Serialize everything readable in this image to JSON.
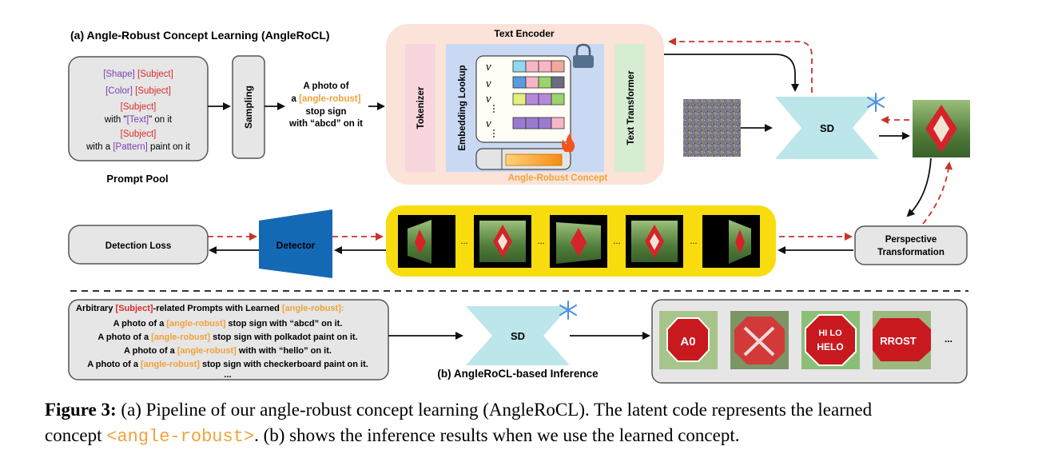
{
  "colors": {
    "orange": "#f0a23a",
    "purple": "#7a3fb5",
    "red": "#d62c2c",
    "sd_blue": "#bde6ea",
    "detector_blue": "#1469b5",
    "yellow": "#f9dc0d",
    "dashed_red": "#c7342b",
    "text_encoder_bg": "#fbe3da",
    "tokenizer_bg": "#f7d6dd",
    "embedding_bg": "#c9d9f3",
    "transformer_bg": "#d6edd3"
  },
  "section_a": {
    "title": "(a) Angle-Robust Concept Learning (AngleRoCL)",
    "prompt_pool": {
      "label": "Prompt Pool",
      "lines": [
        {
          "p1": "[Shape]",
          "p2": " ",
          "p3": "[Subject]",
          "p4": ""
        },
        {
          "p1": "[Color]",
          "p2": " ",
          "p3": "[Subject]",
          "p4": ""
        },
        {
          "p1": "",
          "p2": "",
          "p3": "[Subject]",
          "p4": ""
        },
        {
          "p1": "with \"",
          "p2": "[Text]",
          "p3": "\" on it",
          "p4": ""
        },
        {
          "p1": "",
          "p2": "",
          "p3": "[Subject]",
          "p4": ""
        },
        {
          "p1": "with a ",
          "p2": "[Pattern]",
          "p3": " paint on it",
          "p4": ""
        }
      ]
    },
    "sampling_label": "Sampling",
    "sample_prompt": {
      "line1": "A photo of",
      "line2_a": "a ",
      "line2_b": "[angle-robust]",
      "line3": "stop sign",
      "line4": "with “abcd” on it"
    },
    "text_encoder": {
      "title": "Text Encoder",
      "tokenizer": "Tokenizer",
      "embedding_lookup": "Embedding Lookup",
      "text_transformer": "Text Transformer",
      "v_symbol": "v",
      "angle_robust_concept": "Angle-Robust Concept",
      "lock_icon": "lock-icon",
      "fire_icon": "fire-icon"
    },
    "sd_label": "SD",
    "snowflake_icon": "snowflake-icon",
    "detection_loss": "Detection Loss",
    "detector": "Detector",
    "ellipsis": "...",
    "perspective": {
      "line1": "Perspective",
      "line2": "Transformation"
    }
  },
  "section_b": {
    "header_a": "Arbitrary ",
    "header_b": "[Subject]",
    "header_c": "-related Prompts with Learned ",
    "header_d": "[angle-robust]",
    "header_e": ":",
    "prompts": [
      {
        "pre": "A photo of a ",
        "tok": "[angle-robust]",
        "post": " stop sign with “abcd” on it."
      },
      {
        "pre": "A photo of a ",
        "tok": "[angle-robust]",
        "post": " stop sign with polkadot paint on it."
      },
      {
        "pre": "A photo of a ",
        "tok": "[angle-robust]",
        "post": " with  with “hello” on it."
      },
      {
        "pre": "A photo of a ",
        "tok": "[angle-robust]",
        "post": " stop sign with checkerboard paint on it."
      }
    ],
    "prompts_more": "...",
    "sd_label": "SD",
    "title": "(b) AngleRoCL-based Inference",
    "results_more": "...",
    "sign_texts": [
      "A0",
      "HI LO",
      "HELO",
      "RROST"
    ]
  },
  "caption": {
    "label": "Figure 3:",
    "text1": " (a) Pipeline of our angle-robust concept learning (AngleRoCL). The latent code represents the learned",
    "text2": "concept ",
    "mono": "<angle-robust>",
    "text3": ". (b) shows the inference results when we use the learned concept."
  }
}
